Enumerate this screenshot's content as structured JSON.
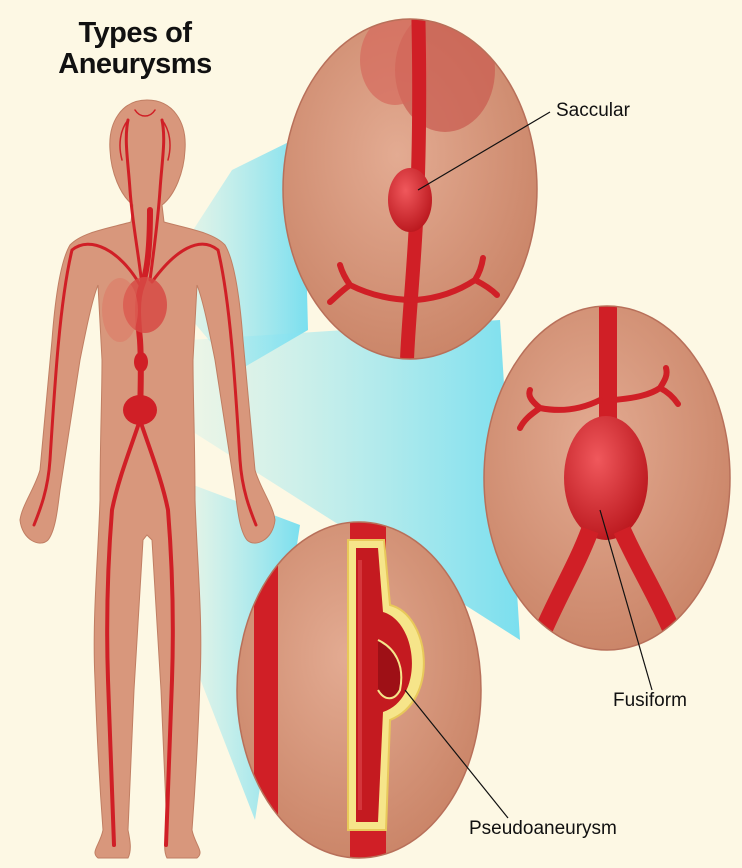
{
  "title": {
    "line1": "Types of",
    "line2": "Aneurysms"
  },
  "labels": {
    "saccular": "Saccular",
    "fusiform": "Fusiform",
    "pseudoaneurysm": "Pseudoaneurysm"
  },
  "colors": {
    "background": "#fdf8e4",
    "skin": "#d99a80",
    "artery": "#d8242b",
    "beam": "#8fe6f4",
    "wall_highlight": "#f6e58a"
  }
}
